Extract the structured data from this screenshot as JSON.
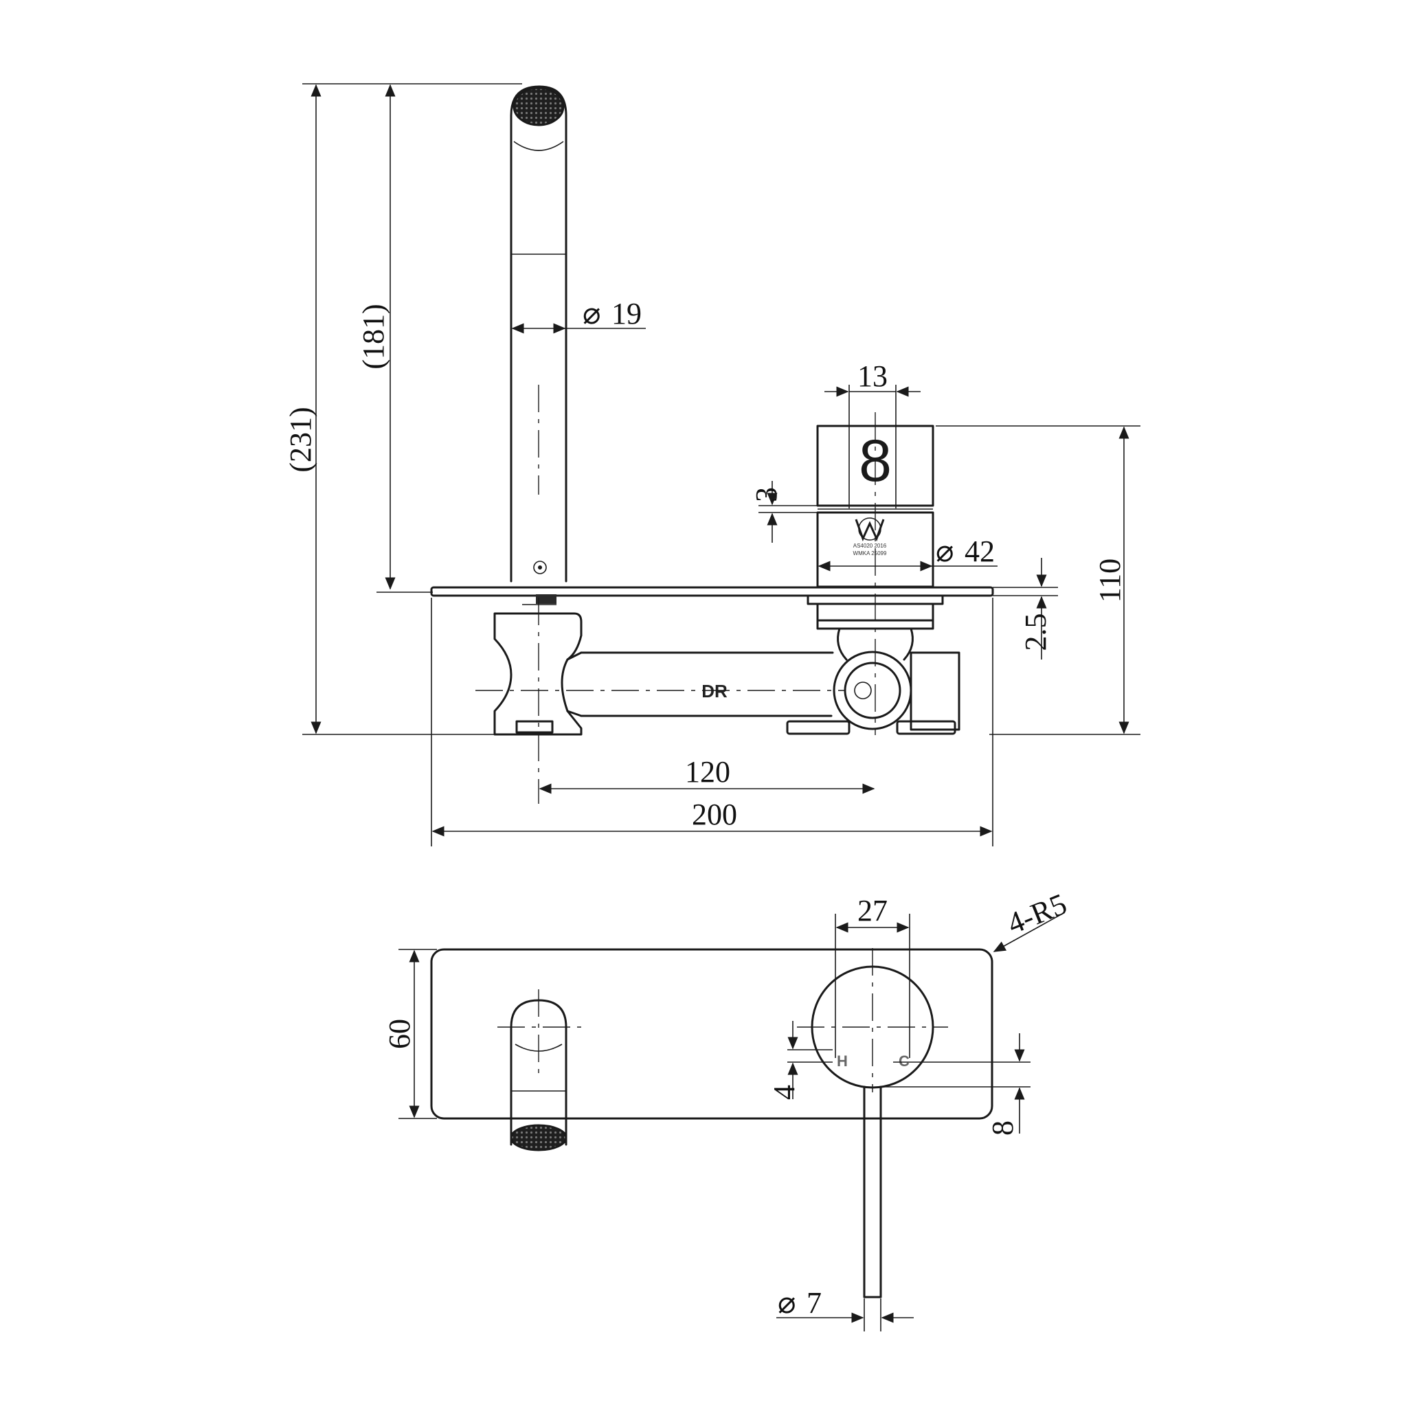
{
  "side_view": {
    "dims": {
      "overall_height": "(231)",
      "spout_height": "(181)",
      "spout_diameter": "19",
      "handle_width": "13",
      "handle_gap": "3",
      "body_diameter": "42",
      "plate_thickness": "2.5",
      "body_height": "110",
      "center_distance": "120",
      "plate_width": "200"
    },
    "body_label": "DR",
    "handle_digit": "8",
    "watermark_lines": [
      "AS4020 2016",
      "WMKA 25099"
    ]
  },
  "front_view": {
    "dims": {
      "handle_diameter": "27",
      "corner_radius": "4-R5",
      "plate_height": "60",
      "lever_offset": "4",
      "lever_gap": "8",
      "lever_diameter": "7"
    },
    "hot_label": "H",
    "cold_label": "C"
  },
  "diameter_symbol": "⌀"
}
